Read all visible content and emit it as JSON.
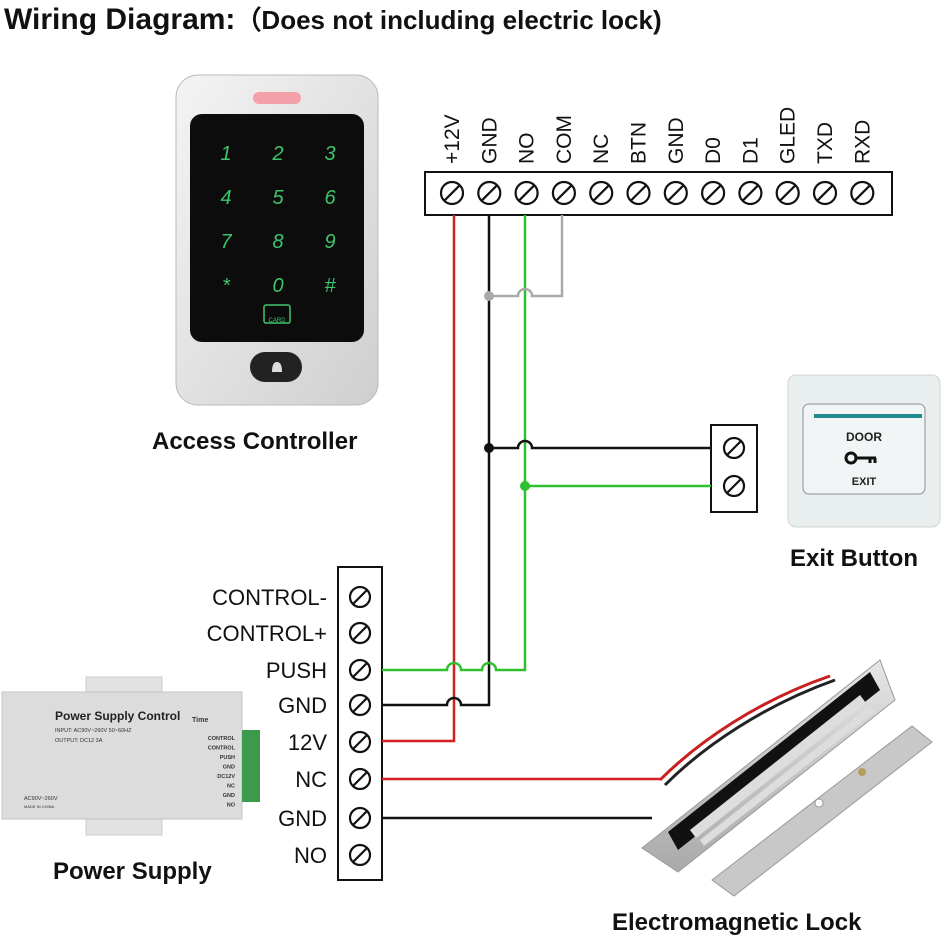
{
  "title": {
    "main": "Wiring Diagram:",
    "sub": "（Does not including electric lock)"
  },
  "controller": {
    "caption": "Access Controller",
    "keys": [
      "1",
      "2",
      "3",
      "4",
      "5",
      "6",
      "7",
      "8",
      "9",
      "*",
      "0",
      "#"
    ],
    "card_label": "CARD",
    "terminals": [
      "+12V",
      "GND",
      "NO",
      "COM",
      "NC",
      "BTN",
      "GND",
      "D0",
      "D1",
      "GLED",
      "TXD",
      "RXD"
    ]
  },
  "exit_button": {
    "caption": "Exit Button",
    "top_text": "DOOR",
    "bottom_text": "EXIT"
  },
  "power_supply": {
    "caption": "Power Supply",
    "brand": "Power Supply Control",
    "input": "INPUT: AC90V~260V 50~60HZ",
    "output": "OUTPUT: DC12 3A",
    "time": "Time",
    "ac": "AC90V~260V",
    "made": "MADE IN CHINA",
    "small_terminals": [
      "CONTROL",
      "CONTROL",
      "PUSH",
      "GND",
      "DC12V",
      "NC",
      "GND",
      "NO"
    ],
    "terminals": [
      "CONTROL-",
      "CONTROL+",
      "PUSH",
      "GND",
      "12V",
      "NC",
      "GND",
      "NO"
    ]
  },
  "lock": {
    "caption": "Electromagnetic Lock"
  },
  "colors": {
    "power": "#d42020",
    "ground": "#111111",
    "signal": "#2ec02e",
    "com": "#aaaaaa"
  }
}
